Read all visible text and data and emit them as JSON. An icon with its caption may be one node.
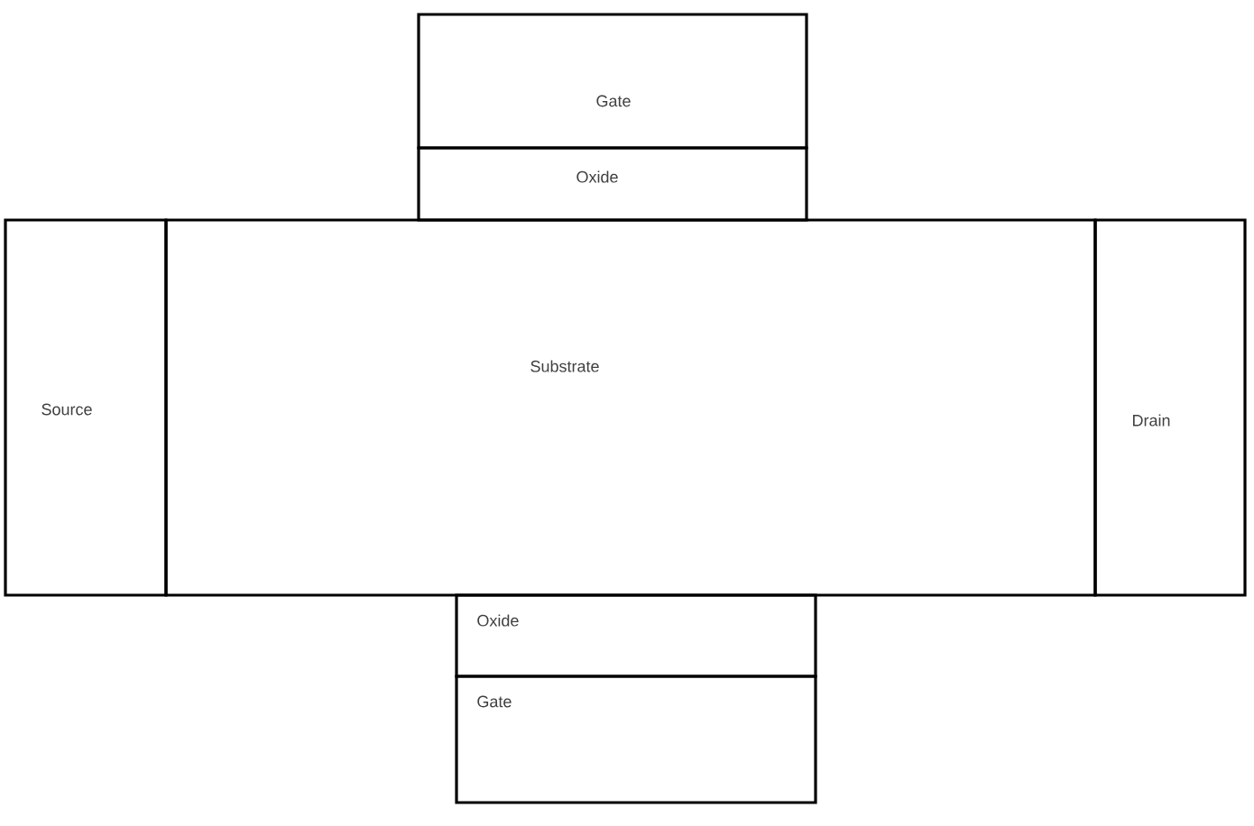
{
  "diagram": {
    "nodes": [
      {
        "text": [
          "Gate"
        ]
      },
      {
        "text": [
          "Oxide"
        ]
      },
      {
        "text": [
          "Source"
        ]
      },
      {
        "text": [
          "Substrate"
        ]
      },
      {
        "text": [
          "Drain"
        ]
      },
      {
        "text": [
          "Oxide"
        ]
      },
      {
        "text": [
          "Gate"
        ]
      }
    ],
    "edges": []
  }
}
